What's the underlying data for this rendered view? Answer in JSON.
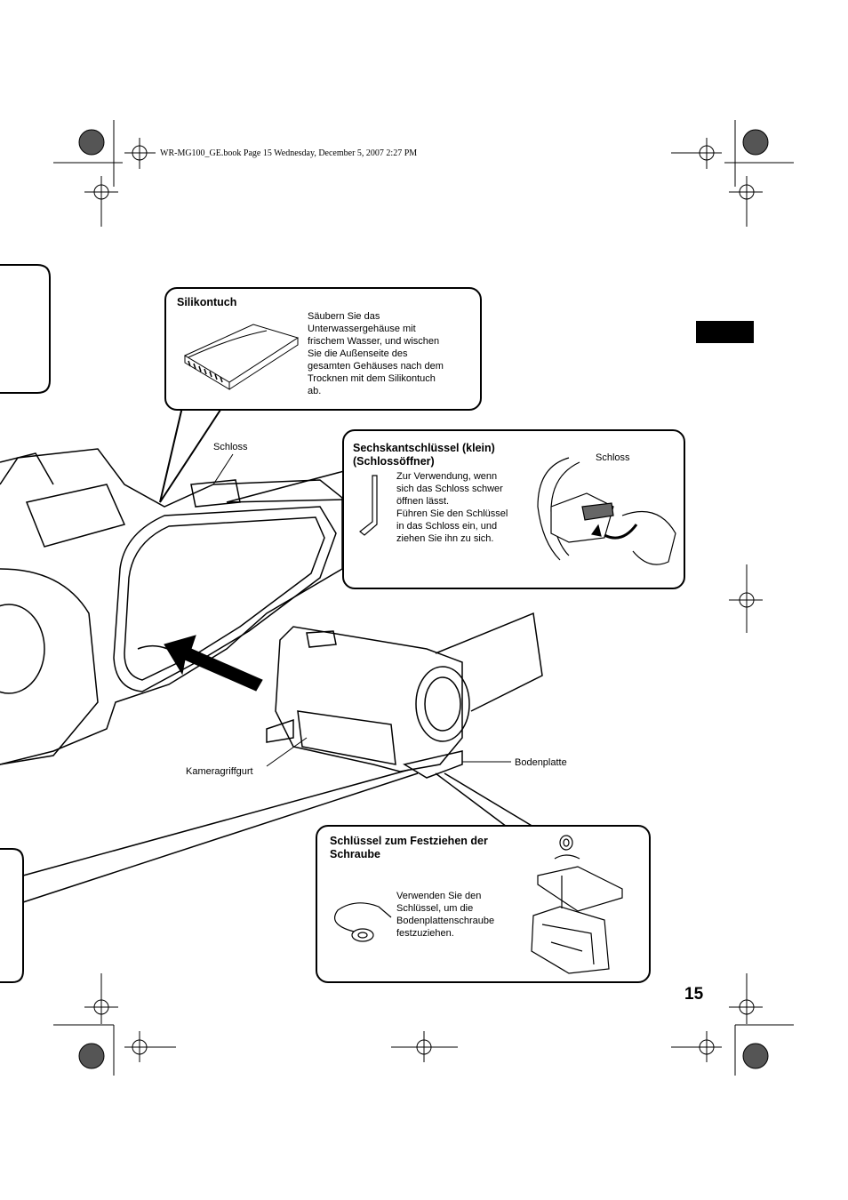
{
  "header": {
    "file_info": "WR-MG100_GE.book  Page 15  Wednesday, December 5, 2007  2:27 PM"
  },
  "page_number": "15",
  "boxes": {
    "silikontuch": {
      "title": "Silikontuch",
      "lines": [
        "Säubern Sie das",
        "Unterwassergehäuse mit",
        "frischem Wasser, und wischen",
        "Sie die Außenseite des",
        "gesamten Gehäuses nach dem",
        "Trocknen mit dem Silikontuch",
        "ab."
      ]
    },
    "sechskant": {
      "title_lines": [
        "Sechskantschlüssel (klein)",
        "(Schlossöffner)"
      ],
      "lines": [
        "Zur Verwendung, wenn",
        "sich das Schloss schwer",
        "öffnen lässt.",
        "Führen Sie den Schlüssel",
        "in das Schloss ein, und",
        "ziehen Sie ihn zu sich."
      ],
      "inset_label": "Schloss"
    },
    "schluessel": {
      "title_lines": [
        "Schlüssel zum Festziehen der",
        "Schraube"
      ],
      "lines": [
        "Verwenden Sie den",
        "Schlüssel, um die",
        "Bodenplattenschraube",
        "festzuziehen."
      ]
    }
  },
  "callouts": {
    "schloss": "Schloss",
    "kameragriffgurt": "Kameragriffgurt",
    "bodenplatte": "Bodenplatte"
  }
}
